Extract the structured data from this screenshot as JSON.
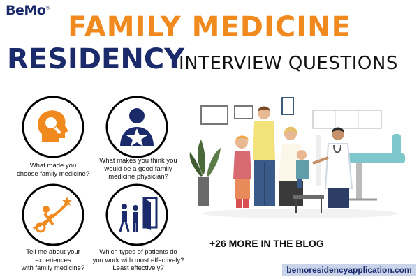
{
  "logo": {
    "text": "BeMo",
    "mark": "®"
  },
  "title": {
    "line1": "FAMILY MEDICINE",
    "line2_main": "RESIDENCY",
    "line2_rest": "INTERVIEW QUESTIONS"
  },
  "questions": [
    {
      "icon": "head-magnifier-icon",
      "text": [
        "What made you",
        "choose family medicine?"
      ]
    },
    {
      "icon": "person-star-icon",
      "text": [
        "What makes you think you",
        "would be a good family",
        "medicine physician?"
      ]
    },
    {
      "icon": "climber-gear-icon",
      "text": [
        "Tell me about your",
        "experiences",
        "with family medicine?"
      ]
    },
    {
      "icon": "patients-door-icon",
      "text": [
        "Which types of patients do",
        "you work with most effectively?",
        "Least effectively?"
      ]
    }
  ],
  "cta": "+26 MORE IN THE BLOG",
  "url": "bemoresidencyapplication.com",
  "colors": {
    "orange": "#f08a1f",
    "navy": "#1b2a6b",
    "url_bg": "#c9d3ea"
  }
}
